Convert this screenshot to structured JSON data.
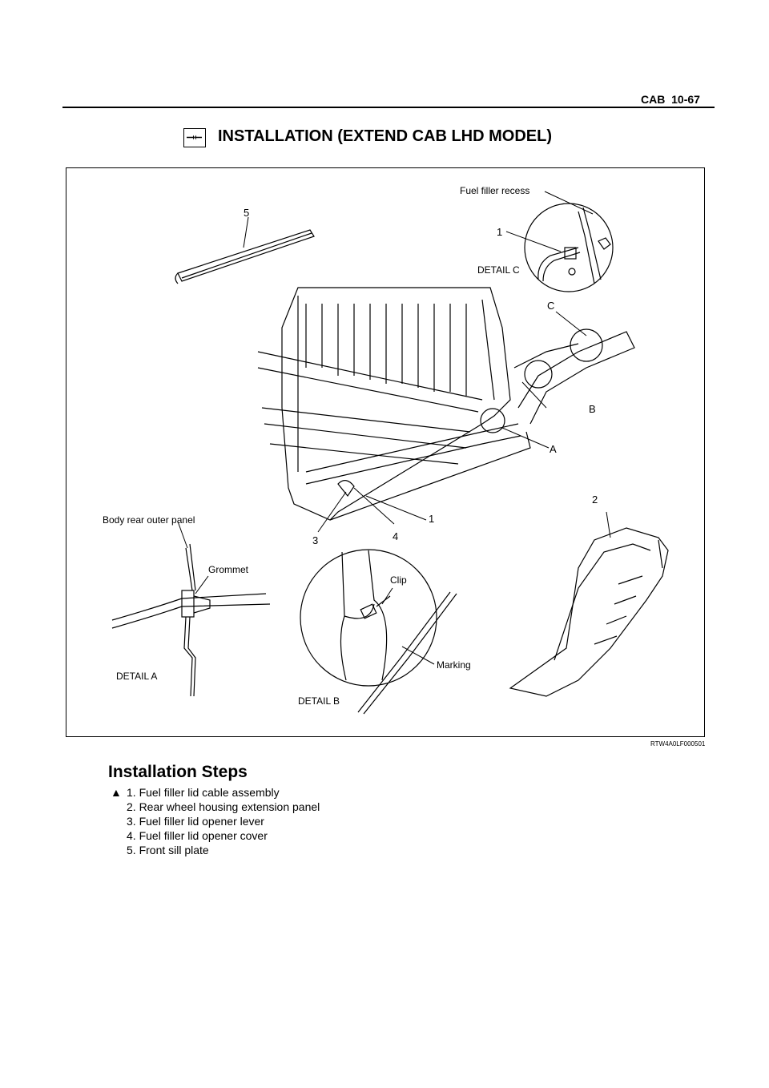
{
  "header": {
    "section": "CAB",
    "page": "10-67"
  },
  "title": {
    "icon": "installation-arrows-icon",
    "text": "INSTALLATION (EXTEND CAB LHD MODEL)"
  },
  "figure": {
    "code": "RTW4A0LF000501",
    "labels": {
      "fuel_filler_recess": "Fuel filler recess",
      "detail_c": "DETAIL C",
      "detail_a": "DETAIL A",
      "detail_b": "DETAIL B",
      "body_rear_outer_panel": "Body rear outer panel",
      "grommet": "Grommet",
      "clip": "Clip",
      "marking": "Marking",
      "callout_a": "A",
      "callout_b": "B",
      "callout_c": "C",
      "callout_1_detail": "1",
      "callout_1_main": "1",
      "callout_2": "2",
      "callout_3": "3",
      "callout_4": "4",
      "callout_5": "5"
    }
  },
  "installation_steps": {
    "heading": "Installation Steps",
    "marker": "▲",
    "steps": [
      {
        "text": "1. Fuel filler lid cable assembly",
        "marked": true
      },
      {
        "text": "2. Rear wheel housing extension panel",
        "marked": false
      },
      {
        "text": "3. Fuel filler lid opener lever",
        "marked": false
      },
      {
        "text": "4. Fuel filler lid opener cover",
        "marked": false
      },
      {
        "text": "5. Front sill plate",
        "marked": false
      }
    ]
  }
}
